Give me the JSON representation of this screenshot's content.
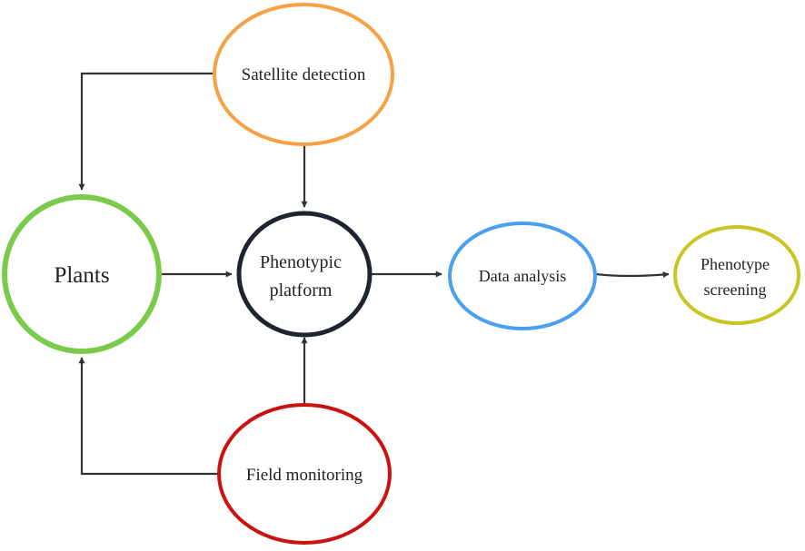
{
  "nodes": {
    "satellite": {
      "label": "Satellite detection",
      "color": "#F7A145"
    },
    "plants": {
      "label": "Plants",
      "color": "#7ACB4A"
    },
    "phenotypic": {
      "label_line1": "Phenotypic",
      "label_line2": "platform",
      "color": "#1F2530"
    },
    "data_analysis": {
      "label": "Data analysis",
      "color": "#4A9FF0"
    },
    "phenotype_screening": {
      "label_line1": "Phenotype",
      "label_line2": "screening",
      "color": "#C9C524"
    },
    "field_monitoring": {
      "label": "Field monitoring",
      "color": "#CC1111"
    }
  }
}
